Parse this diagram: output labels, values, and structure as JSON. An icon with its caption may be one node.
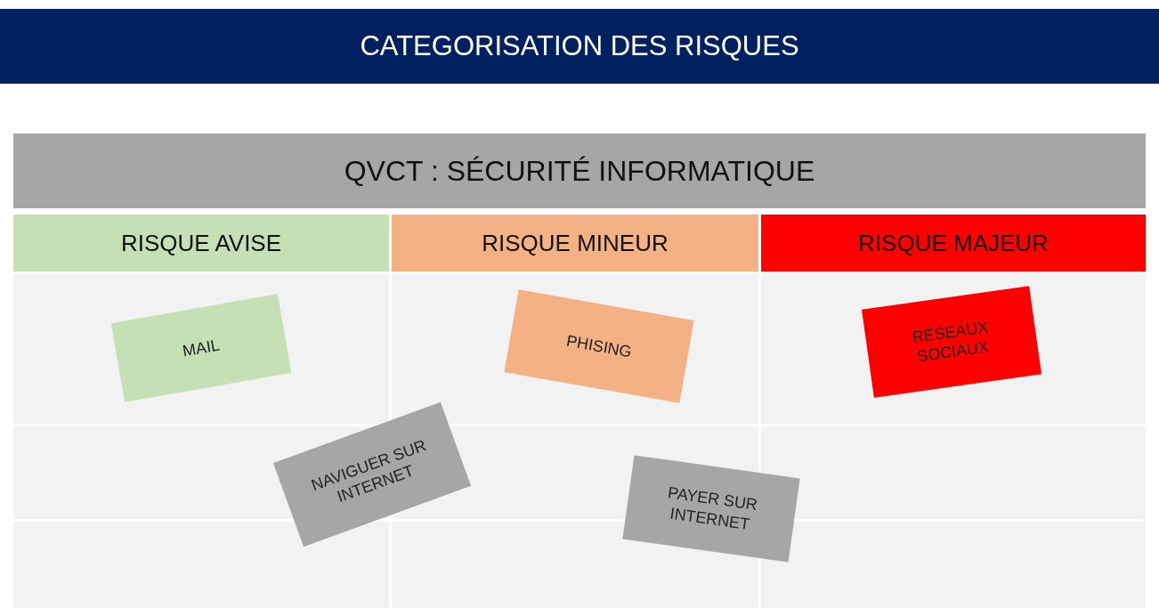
{
  "diagram": {
    "title": "CATEGORISATION DES RISQUES",
    "nodes": [
      {
        "text": [
          "QVCT : SÉCURITÉ INFORMATIQUE"
        ]
      },
      {
        "text": [
          "RISQUE AVISE"
        ]
      },
      {
        "text": [
          "RISQUE MINEUR"
        ]
      },
      {
        "text": [
          "RISQUE MAJEUR"
        ]
      },
      {
        "text": [
          "MAIL"
        ]
      },
      {
        "text": [
          "PHISING"
        ]
      },
      {
        "text": [
          "RÉSEAUX SOCIAUX"
        ]
      },
      {
        "text": [
          "NAVIGUER SUR INTERNET"
        ]
      },
      {
        "text": [
          "PAYER SUR INTERNET"
        ]
      }
    ],
    "edges": []
  }
}
